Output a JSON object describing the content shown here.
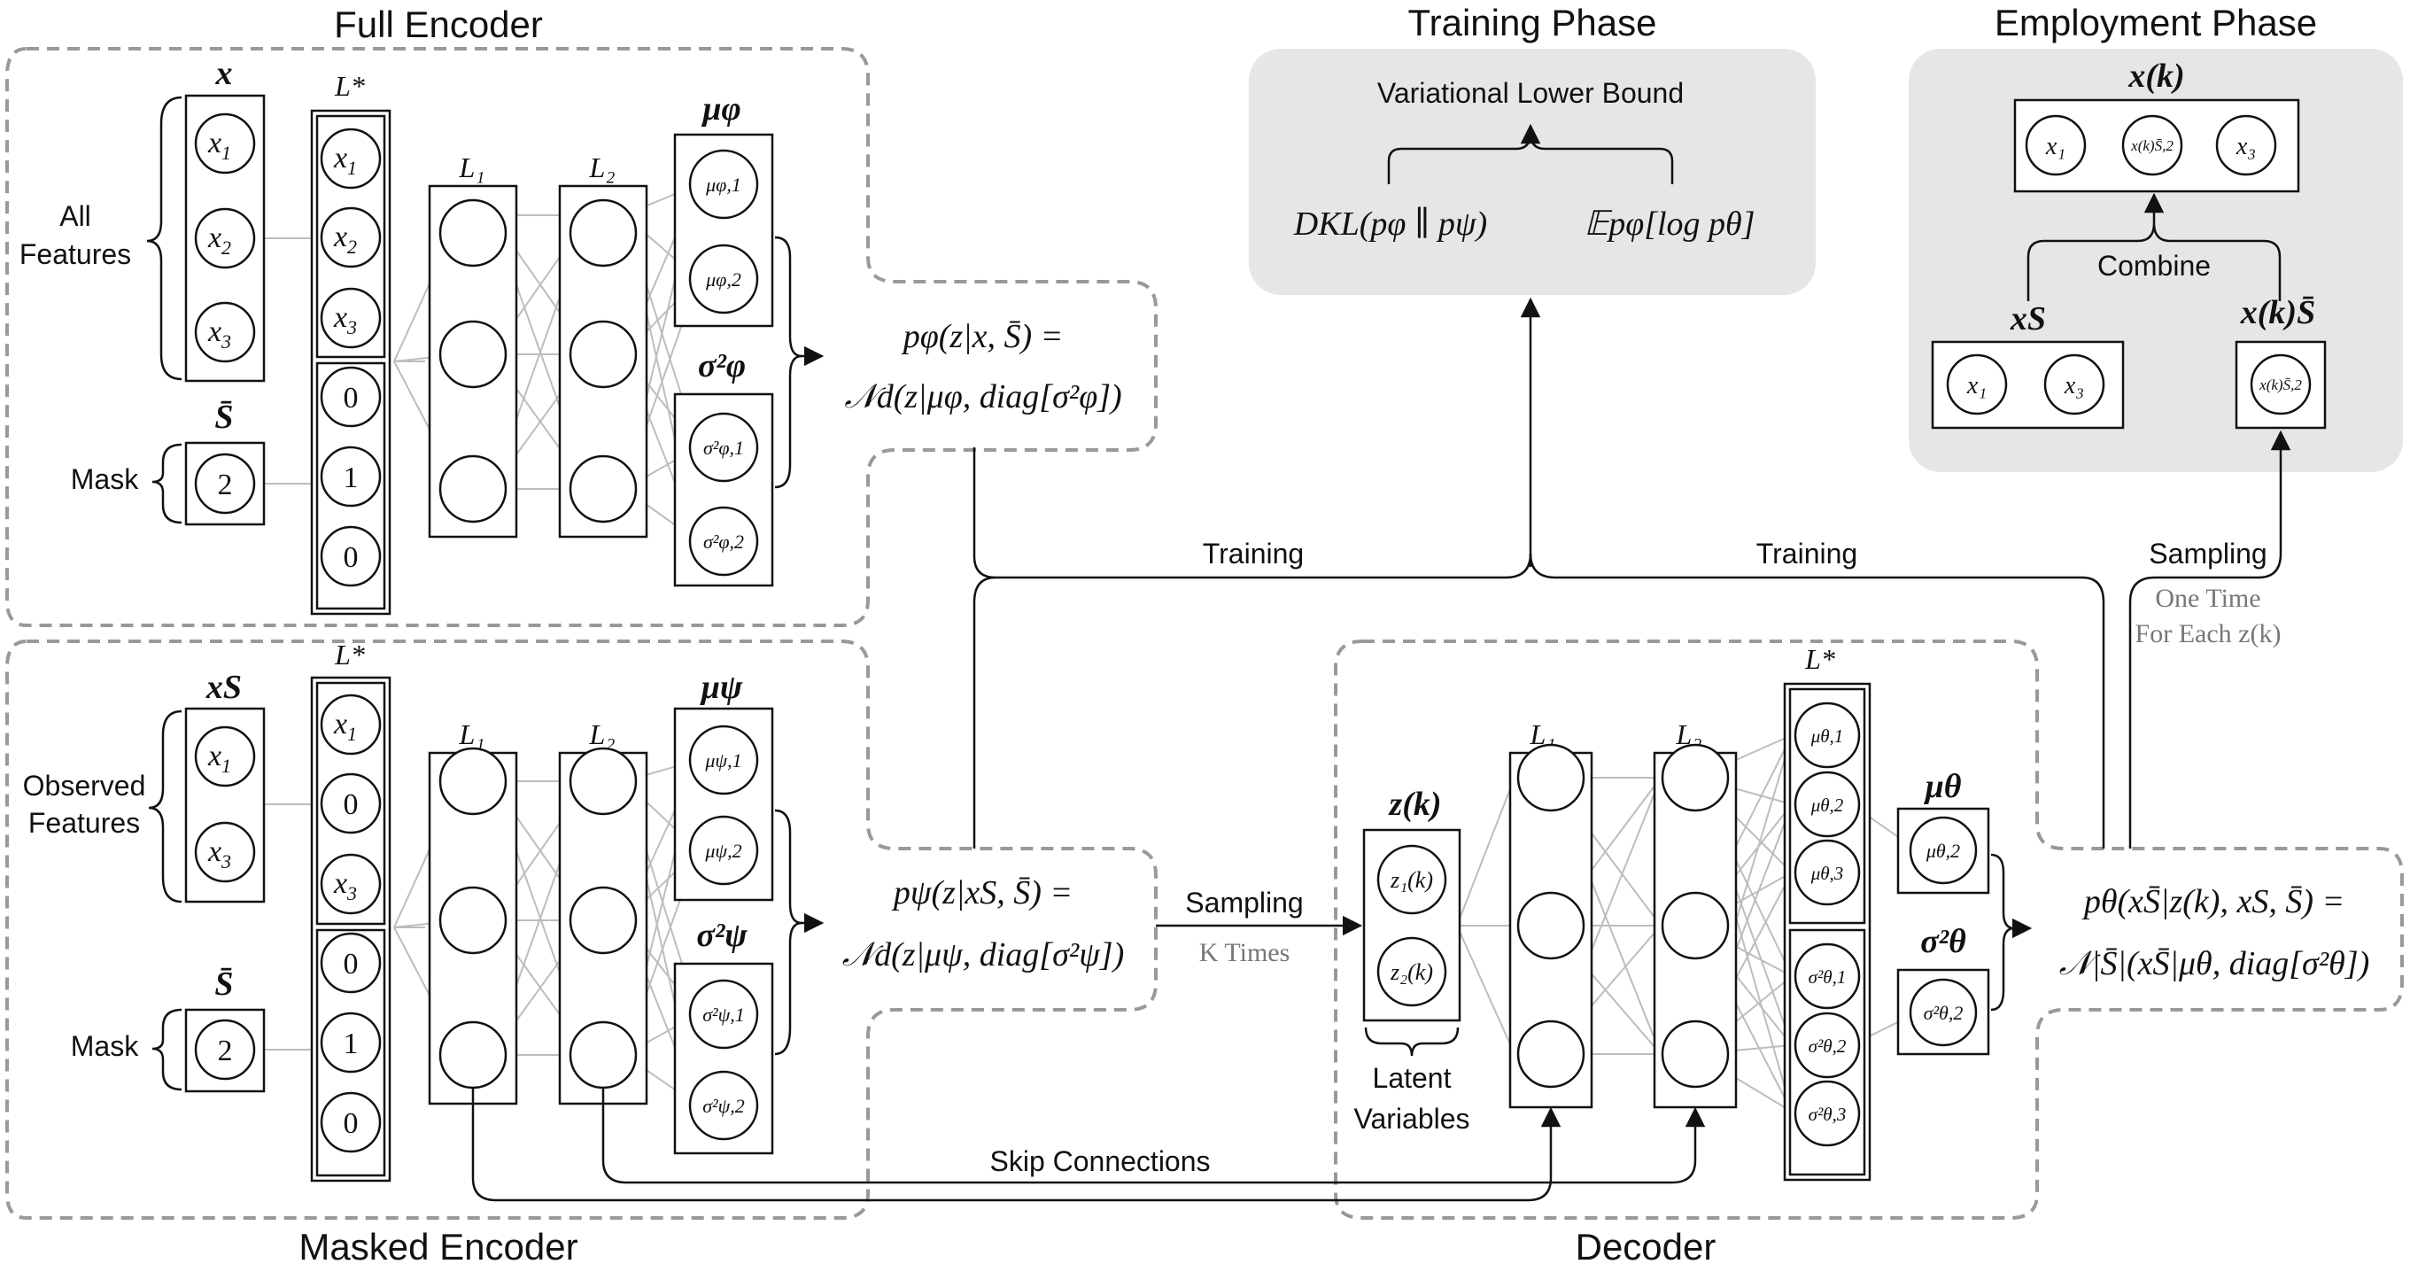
{
  "titles": {
    "full_encoder": "Full Encoder",
    "masked_encoder": "Masked Encoder",
    "decoder": "Decoder",
    "training_phase": "Training Phase",
    "employment_phase": "Employment Phase"
  },
  "full_encoder": {
    "all_features_line1": "All",
    "all_features_line2": "Features",
    "mask_label": "Mask",
    "input_header": "x",
    "inputs": [
      "x",
      "x",
      "x"
    ],
    "input_subs": [
      "1",
      "2",
      "3"
    ],
    "mask_header": "S̄",
    "mask_value": "2",
    "lstar_label": "L*",
    "lstar_values": [
      "x",
      "x",
      "x",
      "0",
      "1",
      "0"
    ],
    "lstar_subs": [
      "1",
      "2",
      "3",
      "",
      "",
      ""
    ],
    "l1_label": "L₁",
    "l2_label": "L₂",
    "mu_header": "μφ",
    "mu_nodes": [
      "μφ,1",
      "μφ,2"
    ],
    "sigma_header": "σ²φ",
    "sigma_nodes": [
      "σ²φ,1",
      "σ²φ,2"
    ],
    "formula_line1": "pφ(z|x, S̄) =",
    "formula_line2": "𝒩d(z|μφ, diag[σ²φ])"
  },
  "masked_encoder": {
    "observed_line1": "Observed",
    "observed_line2": "Features",
    "mask_label": "Mask",
    "input_header": "xS",
    "inputs": [
      "x",
      "x"
    ],
    "input_subs": [
      "1",
      "3"
    ],
    "mask_header": "S̄",
    "mask_value": "2",
    "lstar_label": "L*",
    "lstar_values": [
      "x",
      "0",
      "x",
      "0",
      "1",
      "0"
    ],
    "lstar_subs": [
      "1",
      "",
      "3",
      "",
      "",
      ""
    ],
    "l1_label": "L₁",
    "l2_label": "L₂",
    "mu_header": "μψ",
    "mu_nodes": [
      "μψ,1",
      "μψ,2"
    ],
    "sigma_header": "σ²ψ",
    "sigma_nodes": [
      "σ²ψ,1",
      "σ²ψ,2"
    ],
    "formula_line1": "pψ(z|xS, S̄) =",
    "formula_line2": "𝒩d(z|μψ, diag[σ²ψ])"
  },
  "decoder": {
    "z_header": "z(k)",
    "z_nodes": [
      "z₁(k)",
      "z₂(k)"
    ],
    "latent_line1": "Latent",
    "latent_line2": "Variables",
    "l1_label": "L₁",
    "l2_label": "L₂",
    "lstar_label": "L*",
    "lstar_values": [
      "μθ,1",
      "μθ,2",
      "μθ,3",
      "σ²θ,1",
      "σ²θ,2",
      "σ²θ,3"
    ],
    "mu_header": "μθ",
    "mu_node": "μθ,2",
    "sigma_header": "σ²θ",
    "sigma_node": "σ²θ,2",
    "formula_line1": "pθ(xS̄|z(k), xS, S̄) =",
    "formula_line2": "𝒩|S̄|(xS̄|μθ, diag[σ²θ])"
  },
  "training_phase": {
    "bound_label": "Variational Lower Bound",
    "kl_term": "DKL(pφ ∥ pψ)",
    "expectation_term": "𝔼pφ[log pθ]"
  },
  "employment_phase": {
    "x_header": "x(k)",
    "x_nodes": [
      "x₁",
      "x(k)S̄,2",
      "x₃"
    ],
    "combine_label": "Combine",
    "xs_header": "xS",
    "xs_nodes": [
      "x₁",
      "x₃"
    ],
    "xsbar_header": "x(k)S̄",
    "xsbar_node": "x(k)S̄,2"
  },
  "connectors": {
    "training_left": "Training",
    "training_right": "Training",
    "sampling_k": "Sampling",
    "k_times": "K Times",
    "sampling_one": "Sampling",
    "one_time_line1": "One Time",
    "one_time_line2": "For Each z(k)",
    "skip_connections": "Skip Connections"
  }
}
